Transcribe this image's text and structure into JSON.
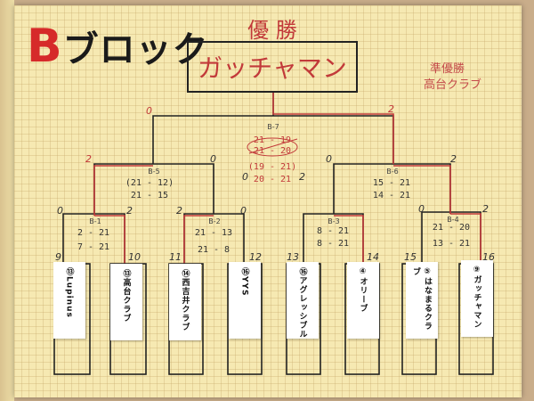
{
  "block_title": {
    "letter": "B",
    "rest": "ブロック"
  },
  "final": {
    "label": "優 勝",
    "champion": "ガッチャマン"
  },
  "runner_up": {
    "label": "準優勝",
    "team": "高台クラブ"
  },
  "matches": {
    "b1": {
      "name": "B-1",
      "score1": "2 - 21",
      "score2": "7 - 21"
    },
    "b2": {
      "name": "B-2",
      "score1": "21 - 13",
      "score2": "21 - 8"
    },
    "b3": {
      "name": "B-3",
      "score1": "8 - 21",
      "score2": "8 - 21"
    },
    "b4": {
      "name": "B-4",
      "score1": "21 - 20",
      "score2": "13 - 21"
    },
    "b5": {
      "name": "B-5",
      "score1": "(21 - 12)",
      "score2": "21 - 15"
    },
    "b6": {
      "name": "B-6",
      "score1": "15 - 21",
      "score2": "14 - 21"
    },
    "b7": {
      "name": "B-7",
      "score1": "21 - 19",
      "score2": "21 - 20",
      "score3": "(19 - 21)",
      "score4": "20 - 21"
    }
  },
  "line_scores": [
    "0",
    "2",
    "2",
    "0",
    "2",
    "0",
    "0",
    "2",
    "0",
    "2",
    "2",
    "0",
    "0",
    "2"
  ],
  "teams": [
    {
      "num": "9",
      "name": "⑬Lupinus"
    },
    {
      "num": "10",
      "name": "⑬高台クラブ"
    },
    {
      "num": "11",
      "name": "⑭西吉井クラブ"
    },
    {
      "num": "12",
      "name": "⑯YYS"
    },
    {
      "num": "13",
      "name": "⑯アグレッシブル"
    },
    {
      "num": "14",
      "name": "④オリーブ"
    },
    {
      "num": "15",
      "name": "⑤はなまるクラブ"
    },
    {
      "num": "16",
      "name": "⑨ガッチャマン"
    }
  ],
  "colors": {
    "paper": "#f6e9b2",
    "ink": "#222222",
    "red": "#c23a3a"
  }
}
